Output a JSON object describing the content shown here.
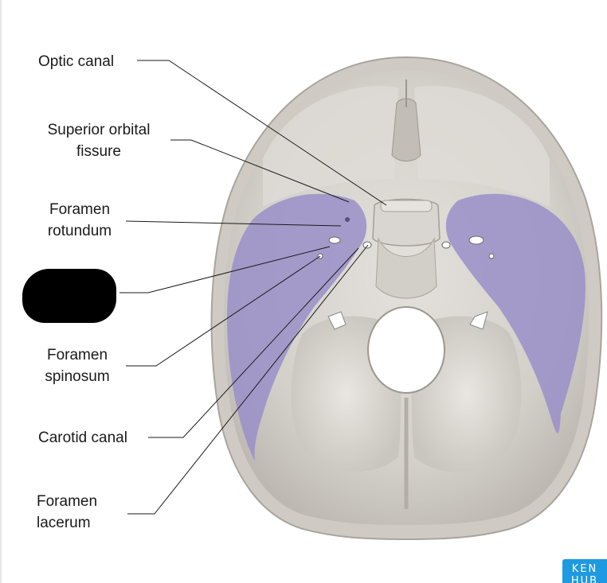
{
  "labels": {
    "optic_canal": "Optic canal",
    "superior_orbital_fissure_1": "Superior orbital",
    "superior_orbital_fissure_2": "fissure",
    "foramen_rotundum_1": "Foramen",
    "foramen_rotundum_2": "rotundum",
    "foramen_spinosum_1": "Foramen",
    "foramen_spinosum_2": "spinosum",
    "carotid_canal": "Carotid canal",
    "foramen_lacerum_1": "Foramen",
    "foramen_lacerum_2": "lacerum"
  },
  "brand": {
    "line1": "KEN",
    "line2": "HUB"
  },
  "colors": {
    "bone": "#d9d6d1",
    "bone_shadow": "#b9b5ae",
    "highlight": "#9a8fc8",
    "leader": "#1a1a1a",
    "brand": "#1e9ae0"
  }
}
